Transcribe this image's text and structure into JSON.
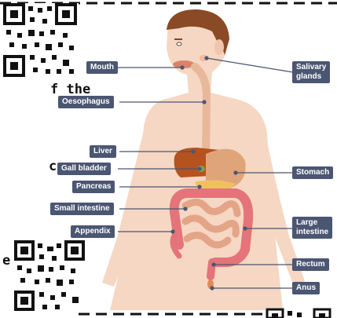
{
  "labels": {
    "mouth": "Mouth",
    "oesophagus": "Oesophagus",
    "liver": "Liver",
    "gall_bladder": "Gall bladder",
    "pancreas": "Pancreas",
    "small_intestine": "Small intestine",
    "appendix": "Appendix",
    "salivary_glands": "Salivary\nglands",
    "stomach": "Stomach",
    "large_intestine": "Large\nintestine",
    "rectum": "Rectum",
    "anus": "Anus"
  },
  "side_text": {
    "line1": "f the",
    "line2": "can",
    "line3": "e"
  },
  "colors": {
    "label_bg": "#4b5672",
    "skin": "#f5d7c3",
    "hair": "#8a4a26",
    "liver": "#b5521e",
    "stomach": "#e0a47a",
    "pancreas": "#f0c060",
    "small_intestine": "#e3a488",
    "large_intestine": "#e4747a",
    "oesophagus": "#e8b89a"
  }
}
